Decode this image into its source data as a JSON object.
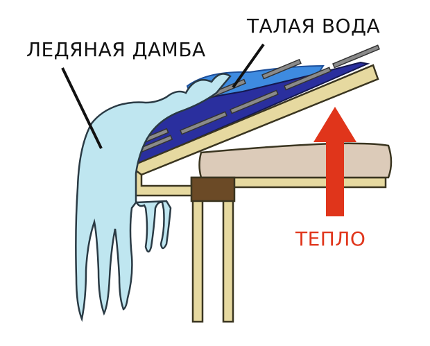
{
  "labels": {
    "meltwater": "ТАЛАЯ ВОДА",
    "ice_dam": "ЛЕДЯНАЯ ДАМБА",
    "heat": "ТЕПЛО"
  },
  "colors": {
    "ice": "#bfe6f0",
    "meltwater": "#2f7fd6",
    "meltwater_dark": "#2a2f9e",
    "wood": "#e6d9a0",
    "wood_outline": "#3a3520",
    "beam": "#6b4a26",
    "insulation": "#dccbb9",
    "shingle": "#8a8a8a",
    "heat_arrow": "#e0351b",
    "text": "#111111"
  }
}
